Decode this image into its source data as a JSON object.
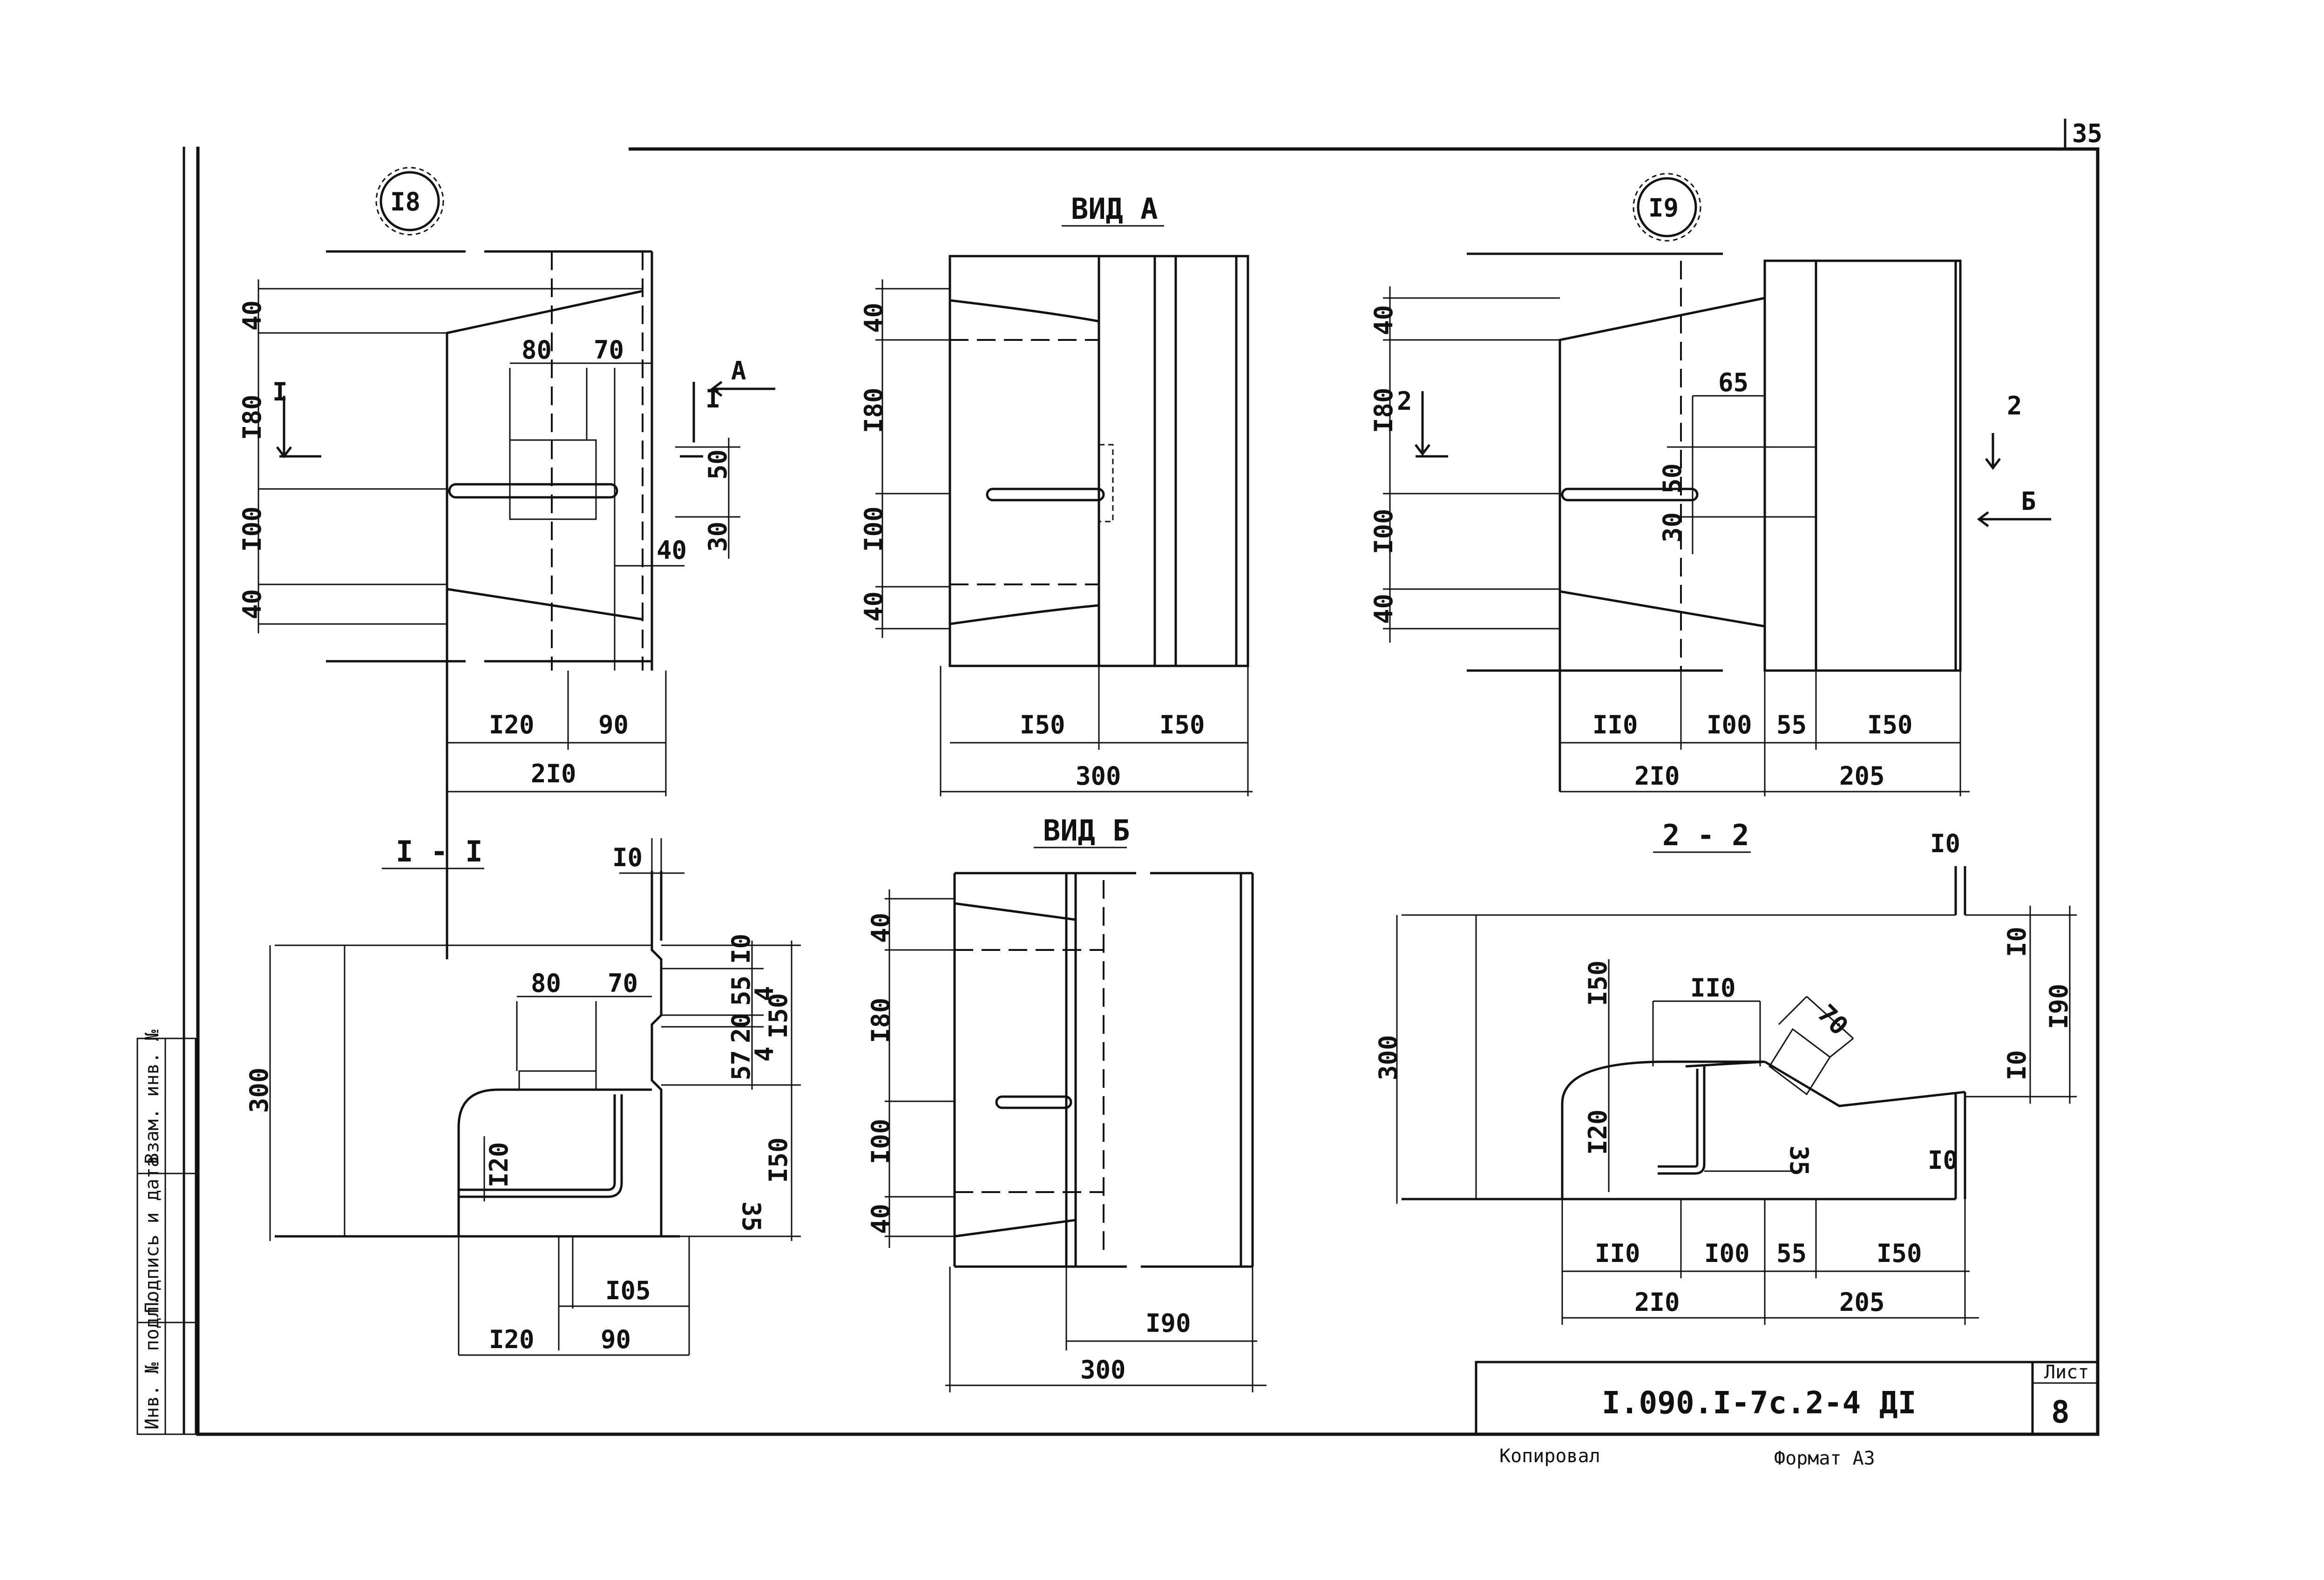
{
  "sheet": {
    "page_number": "35",
    "code": "I.090.I-7c.2-4 ДI",
    "list_label": "Лист",
    "list_value": "8",
    "copied": "Копировал",
    "format": "Формат А3"
  },
  "side_stamp": {
    "inv_orig": "Инв. № подл.",
    "sign_date": "Подпись и дата",
    "inv_repl": "Взам. инв. №"
  },
  "detail18": {
    "marker": "I8",
    "dims": {
      "d40a": "40",
      "d180": "I80",
      "d100": "I00",
      "d40b": "40",
      "d80": "80",
      "d70": "70",
      "d50": "50",
      "d30": "30",
      "d40c": "40",
      "d120": "I20",
      "d90": "90",
      "d210": "2I0"
    },
    "cut": "I",
    "arrow": "А"
  },
  "viewA": {
    "title": "ВИД А",
    "dims": {
      "d40a": "40",
      "d180": "I80",
      "d100": "I00",
      "d40b": "40",
      "d150a": "I50",
      "d150b": "I50",
      "d300": "300"
    }
  },
  "detail19": {
    "marker": "I9",
    "dims": {
      "d40a": "40",
      "d180": "I80",
      "d100": "I00",
      "d40b": "40",
      "d65": "65",
      "d50": "50",
      "d30": "30",
      "d110": "II0",
      "d100b": "I00",
      "d55": "55",
      "d150": "I50",
      "d210": "2I0",
      "d205": "205"
    },
    "cut": "2",
    "arrow": "Б"
  },
  "section11": {
    "title": "I - I",
    "dims": {
      "d10top": "I0",
      "d10": "I0",
      "d55": "55",
      "d4a": "4",
      "d20": "20",
      "d57": "57",
      "d4b": "4",
      "d150a": "I50",
      "d150b": "I50",
      "d35": "35",
      "d300": "300",
      "d80": "80",
      "d70": "70",
      "d120v": "I20",
      "d105": "I05",
      "d120": "I20",
      "d90": "90"
    }
  },
  "viewB": {
    "title": "ВИД Б",
    "dims": {
      "d40a": "40",
      "d180": "I80",
      "d100": "I00",
      "d40b": "40",
      "d190": "I90",
      "d300": "300"
    }
  },
  "section22": {
    "title": "2 - 2",
    "dims": {
      "d10top": "I0",
      "d10a": "I0",
      "d190": "I90",
      "d10b": "I0",
      "d10c": "I0",
      "d150v": "I50",
      "d110t": "II0",
      "d70": "70",
      "d300": "300",
      "d120": "I20",
      "d35": "35",
      "d110": "II0",
      "d100": "I00",
      "d55": "55",
      "d150": "I50",
      "d210": "2I0",
      "d205": "205"
    }
  }
}
